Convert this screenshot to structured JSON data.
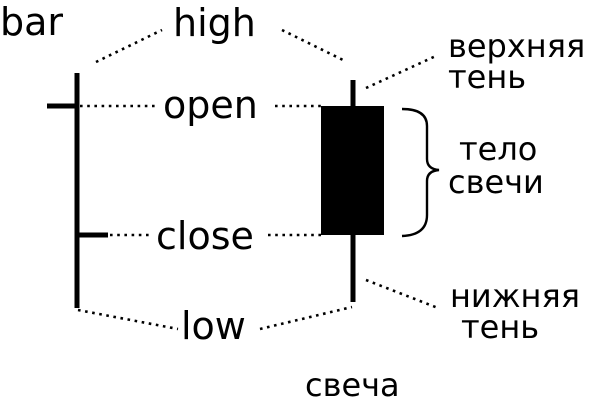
{
  "labels": {
    "bar": "bar",
    "high": "high",
    "open": "open",
    "close": "close",
    "low": "low",
    "upper_shadow_line1": "верхняя",
    "upper_shadow_line2": "тень",
    "body_line1": "тело",
    "body_line2": "свечи",
    "lower_shadow_line1": "нижняя",
    "lower_shadow_line2": "тень",
    "candle": "свеча"
  },
  "colors": {
    "ink": "#000000",
    "background": "#ffffff"
  }
}
